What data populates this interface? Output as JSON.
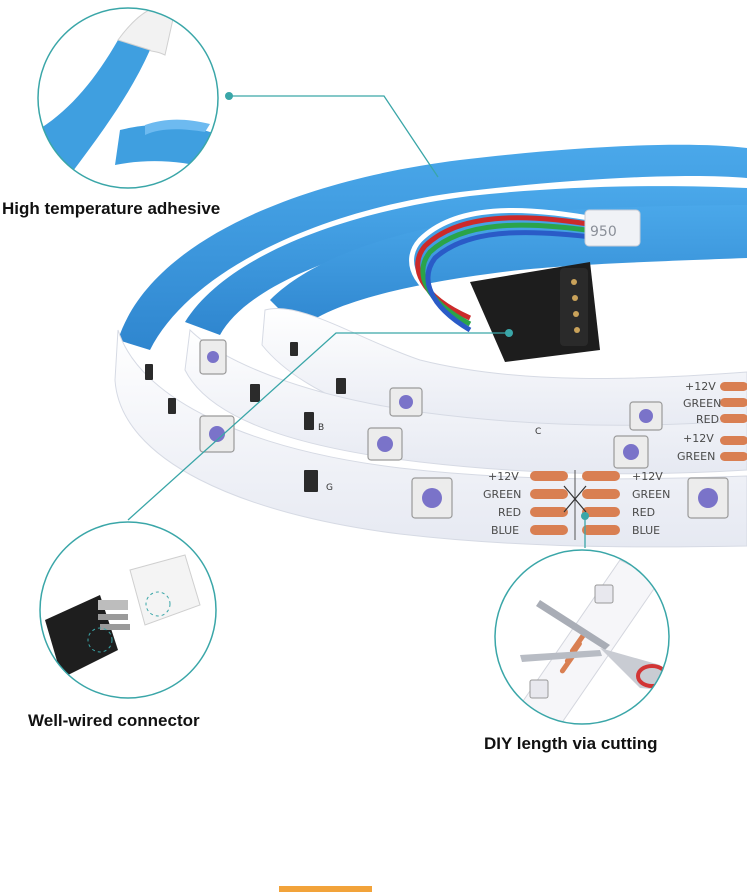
{
  "labels": {
    "adhesive": "High temperature adhesive",
    "connector": "Well-wired connector",
    "cutting": "DIY length via cutting"
  },
  "pads": {
    "left": [
      "+12V",
      "GREEN",
      "RED",
      "BLUE"
    ],
    "right": [
      "+12V",
      "GREEN",
      "RED",
      "BLUE"
    ],
    "upper_strip": [
      "+12V",
      "GREEN",
      "RED"
    ],
    "middle_strip": [
      "+12V",
      "GREEN"
    ]
  },
  "strip_marks": {
    "segment_letter_b": "B",
    "segment_letter_g": "G",
    "segment_letter_c": "C"
  },
  "tape_code": "950",
  "colors": {
    "adhesive_blue": "#3f9fe0",
    "strip_white": "#f4f6fb",
    "callout_teal": "#3aa6a8",
    "copper": "#d97f52",
    "accent_bar": "#f2a33a"
  }
}
